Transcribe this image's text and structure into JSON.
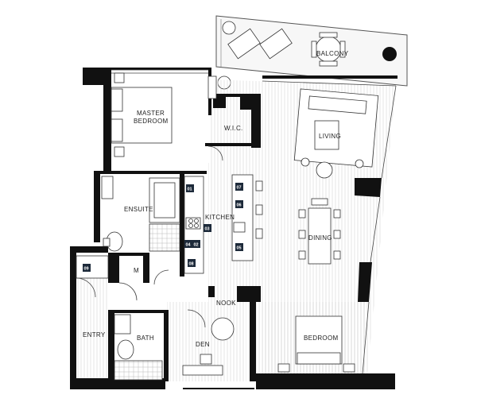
{
  "rooms": {
    "balcony": "BALCONY",
    "master_bedroom_line1": "MASTER",
    "master_bedroom_line2": "BEDROOM",
    "wic": "W.I.C.",
    "living": "LIVING",
    "ensuite": "ENSUITE",
    "kitchen": "KITCHEN",
    "dining": "DINING",
    "mechanical": "M",
    "nook": "NOOK",
    "entry": "ENTRY",
    "bath": "BATH",
    "den": "DEN",
    "bedroom": "BEDROOM"
  },
  "appliances": [
    "01",
    "02",
    "03",
    "04",
    "05",
    "06",
    "07",
    "08",
    "09"
  ],
  "colors": {
    "wall": "#111111",
    "floor_lines": "#d2d2d2",
    "balcony_fill": "#f7f7f7",
    "badge": "#1d2a3a"
  }
}
